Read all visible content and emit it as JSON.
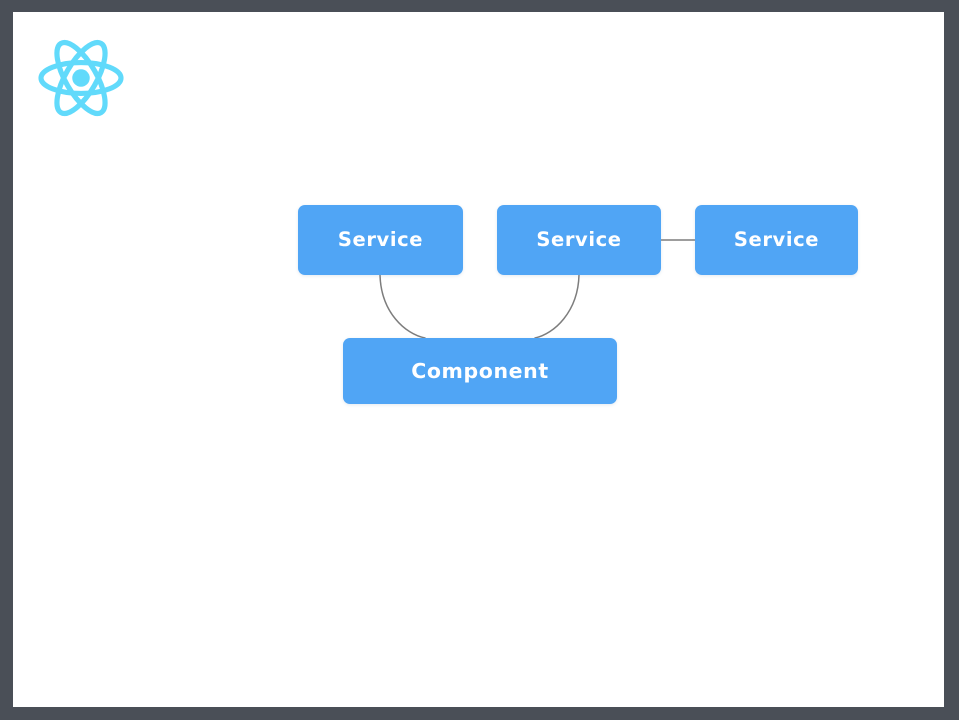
{
  "slide": {
    "frame_color": "#4a4f57",
    "canvas_color": "#ffffff"
  },
  "logo": {
    "name": "react-logo",
    "color": "#61dafb",
    "alt": "React"
  },
  "diagram": {
    "type": "node-graph",
    "node_color": "#50a5f5",
    "node_text_color": "#ffffff",
    "edge_color": "#7d7d7d",
    "nodes": [
      {
        "id": "service-1",
        "label": "Service"
      },
      {
        "id": "service-2",
        "label": "Service"
      },
      {
        "id": "service-3",
        "label": "Service"
      },
      {
        "id": "component",
        "label": "Component"
      }
    ],
    "edges": [
      {
        "from": "service-1",
        "to": "component",
        "style": "curve"
      },
      {
        "from": "service-2",
        "to": "component",
        "style": "curve"
      },
      {
        "from": "service-2",
        "to": "service-3",
        "style": "straight"
      }
    ]
  }
}
